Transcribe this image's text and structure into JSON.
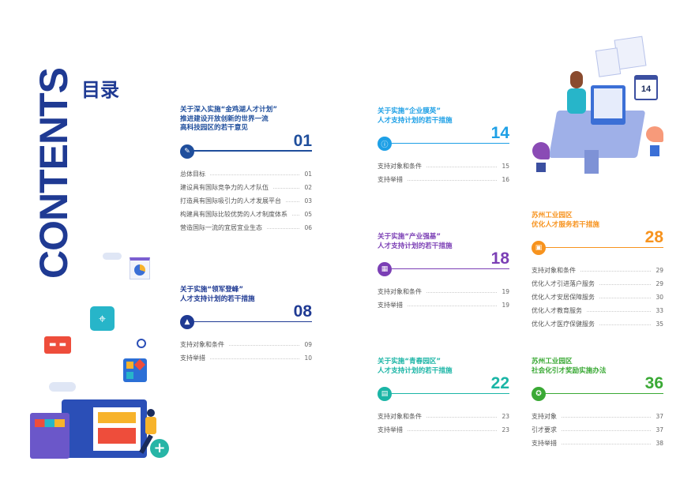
{
  "header": {
    "contents": "CONTENTS",
    "mulu": "目录"
  },
  "sections": [
    {
      "title": [
        "关于深入实施“金鸡湖人才计划”",
        "推进建设开放创新的世界一流",
        "高科技园区的若干意见"
      ],
      "number": "01",
      "color": "#1f4e9c",
      "icon": "edit-icon",
      "items": [
        {
          "label": "总体目标",
          "page": "01"
        },
        {
          "label": "建设具有国际竞争力的人才队伍",
          "page": "02"
        },
        {
          "label": "打造具有国际吸引力的人才发展平台",
          "page": "03"
        },
        {
          "label": "构建具有国际比较优势的人才制度体系",
          "page": "05"
        },
        {
          "label": "营造国际一流的宜居宜业生态",
          "page": "06"
        }
      ]
    },
    {
      "title": [
        "关于实施“领军登峰”",
        "人才支持计划的若干措施"
      ],
      "number": "08",
      "color": "#1f3a93",
      "icon": "mountain-icon",
      "items": [
        {
          "label": "支持对象和条件",
          "page": "09"
        },
        {
          "label": "支持举措",
          "page": "10"
        }
      ]
    },
    {
      "title": [
        "关于实施“企业膜英”",
        "人才支持计划的若干措施"
      ],
      "number": "14",
      "color": "#1ea0e6",
      "icon": "info-icon",
      "items": [
        {
          "label": "支持对象和条件",
          "page": "15"
        },
        {
          "label": "支持举措",
          "page": "16"
        }
      ]
    },
    {
      "title": [
        "关于实施“产业强基”",
        "人才支持计划的若干措施"
      ],
      "number": "18",
      "color": "#7b3fb5",
      "icon": "grid-icon",
      "items": [
        {
          "label": "支持对象和条件",
          "page": "19"
        },
        {
          "label": "支持举措",
          "page": "19"
        }
      ]
    },
    {
      "title": [
        "关于实施“青春园区”",
        "人才支持计划的若干措施"
      ],
      "number": "22",
      "color": "#1bb5a6",
      "icon": "document-icon",
      "items": [
        {
          "label": "支持对象和条件",
          "page": "23"
        },
        {
          "label": "支持举措",
          "page": "23"
        }
      ]
    },
    {
      "title": [
        "苏州工业园区",
        "优化人才服务若干措施"
      ],
      "number": "28",
      "color": "#f7931e",
      "icon": "service-icon",
      "items": [
        {
          "label": "支持对象和条件",
          "page": "29"
        },
        {
          "label": "优化人才引进落户服务",
          "page": "29"
        },
        {
          "label": "优化人才安居保障服务",
          "page": "30"
        },
        {
          "label": "优化人才教育服务",
          "page": "33"
        },
        {
          "label": "优化人才医疗保健服务",
          "page": "35"
        }
      ]
    },
    {
      "title": [
        "苏州工业园区",
        "社会化引才奖励实施办法"
      ],
      "number": "36",
      "color": "#3aa935",
      "icon": "award-icon",
      "items": [
        {
          "label": "支持对象",
          "page": "37"
        },
        {
          "label": "引才要求",
          "page": "37"
        },
        {
          "label": "支持举措",
          "page": "38"
        }
      ]
    }
  ]
}
